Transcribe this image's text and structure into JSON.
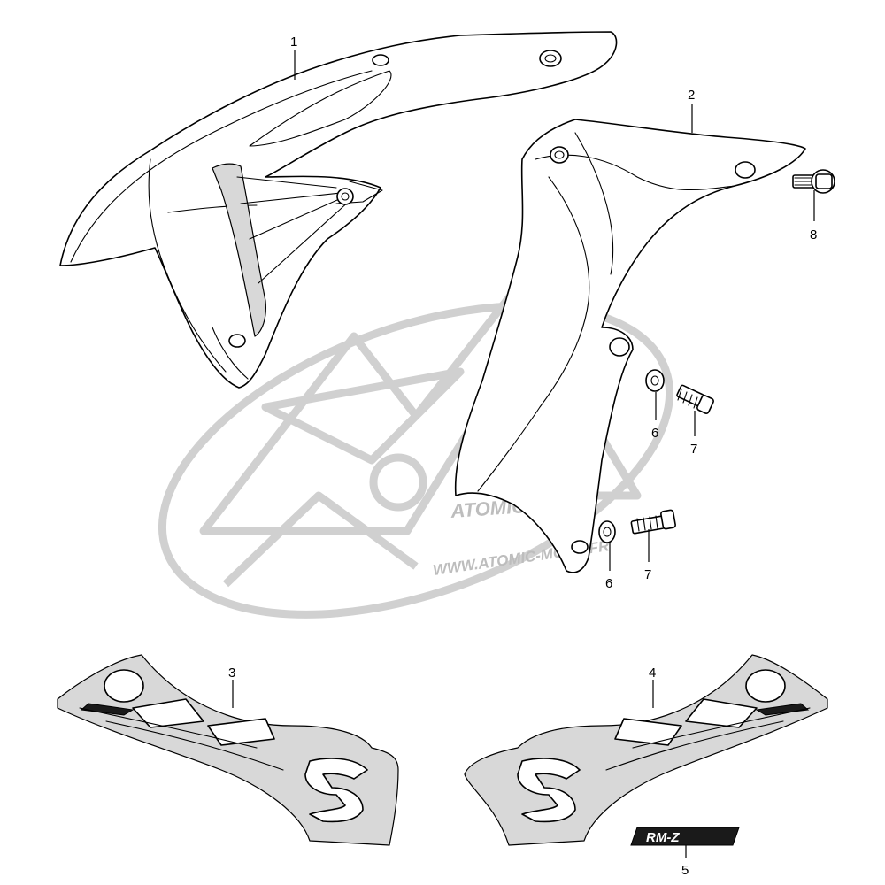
{
  "watermark": {
    "brand_text": "ATOMIC",
    "url_text": "WWW.ATOMIC-MOTO.FR"
  },
  "part_labels": [
    {
      "id": "label-1",
      "text": "1"
    },
    {
      "id": "label-2",
      "text": "2"
    },
    {
      "id": "label-8",
      "text": "8"
    },
    {
      "id": "label-6a",
      "text": "6"
    },
    {
      "id": "label-7a",
      "text": "7"
    },
    {
      "id": "label-6b",
      "text": "6"
    },
    {
      "id": "label-7b",
      "text": "7"
    },
    {
      "id": "label-3",
      "text": "3"
    },
    {
      "id": "label-4",
      "text": "4"
    },
    {
      "id": "label-5",
      "text": "5"
    }
  ],
  "emblem_text": "RM-Z",
  "decal_letter": "S"
}
